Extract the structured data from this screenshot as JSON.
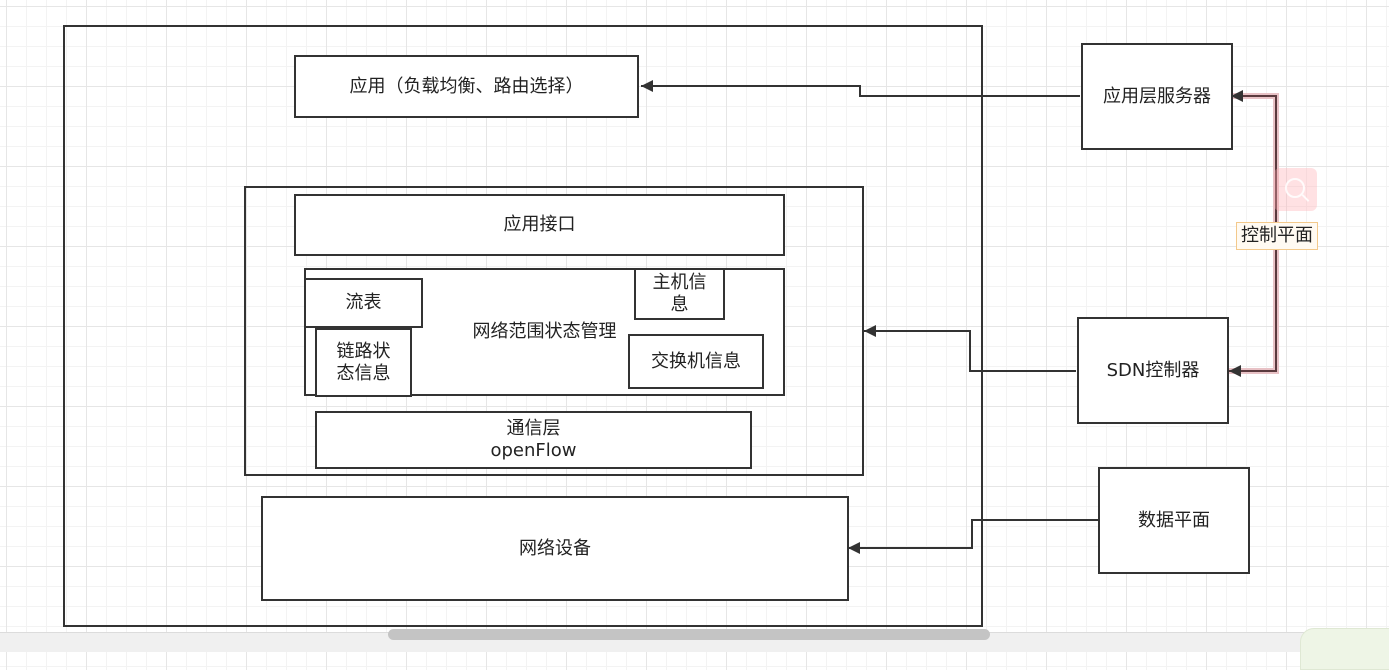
{
  "diagram": {
    "application": "应用（负载均衡、路由选择）",
    "app_interface": "应用接口",
    "network_state_mgmt": "网络范围状态管理",
    "flow_table": "流表",
    "link_state": "链路状\n态信息",
    "host_info": "主机信\n息",
    "switch_info": "交换机信息",
    "comm_layer": "通信层\nopenFlow",
    "network_device": "网络设备",
    "app_server": "应用层服务器",
    "sdn_controller": "SDN控制器",
    "data_plane": "数据平面",
    "control_plane_label": "控制平面"
  },
  "colors": {
    "line": "#333333",
    "control_plane_line": "#b07a82",
    "label_border": "#f3c98b"
  }
}
